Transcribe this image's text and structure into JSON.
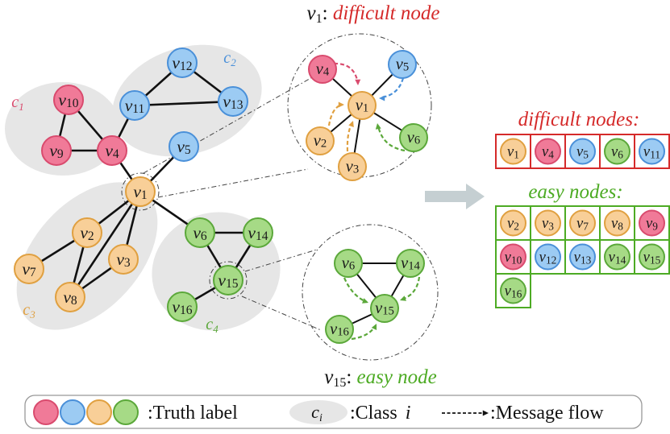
{
  "colors": {
    "pink_fill": "#f07a98",
    "pink_stroke": "#d94b6e",
    "blue_fill": "#9ccbf3",
    "blue_stroke": "#4a90d9",
    "orange_fill": "#f8cf98",
    "orange_stroke": "#e0a040",
    "green_fill": "#a6da86",
    "green_stroke": "#5ba83a",
    "class_blob": "#e6e6e6",
    "difficult_red": "#d52a2a",
    "easy_green": "#4dab24",
    "arrow_gray": "#c5cfd2"
  },
  "main_graph": {
    "nodes": [
      {
        "id": "v1",
        "label": "v1",
        "color": "orange"
      },
      {
        "id": "v2",
        "label": "v2",
        "color": "orange"
      },
      {
        "id": "v3",
        "label": "v3",
        "color": "orange"
      },
      {
        "id": "v4",
        "label": "v4",
        "color": "pink"
      },
      {
        "id": "v5",
        "label": "v5",
        "color": "blue"
      },
      {
        "id": "v6",
        "label": "v6",
        "color": "green"
      },
      {
        "id": "v7",
        "label": "v7",
        "color": "orange"
      },
      {
        "id": "v8",
        "label": "v8",
        "color": "orange"
      },
      {
        "id": "v9",
        "label": "v9",
        "color": "pink"
      },
      {
        "id": "v10",
        "label": "v10",
        "color": "pink"
      },
      {
        "id": "v11",
        "label": "v11",
        "color": "blue"
      },
      {
        "id": "v12",
        "label": "v12",
        "color": "blue"
      },
      {
        "id": "v13",
        "label": "v13",
        "color": "blue"
      },
      {
        "id": "v14",
        "label": "v14",
        "color": "green"
      },
      {
        "id": "v15",
        "label": "v15",
        "color": "green"
      },
      {
        "id": "v16",
        "label": "v16",
        "color": "green"
      }
    ],
    "edges": [
      [
        "v10",
        "v9"
      ],
      [
        "v10",
        "v4"
      ],
      [
        "v9",
        "v4"
      ],
      [
        "v4",
        "v11"
      ],
      [
        "v4",
        "v1"
      ],
      [
        "v11",
        "v12"
      ],
      [
        "v11",
        "v13"
      ],
      [
        "v12",
        "v13"
      ],
      [
        "v5",
        "v1"
      ],
      [
        "v1",
        "v2"
      ],
      [
        "v1",
        "v3"
      ],
      [
        "v1",
        "v8"
      ],
      [
        "v1",
        "v6"
      ],
      [
        "v2",
        "v7"
      ],
      [
        "v2",
        "v8"
      ],
      [
        "v3",
        "v8"
      ],
      [
        "v6",
        "v14"
      ],
      [
        "v6",
        "v15"
      ],
      [
        "v14",
        "v15"
      ],
      [
        "v15",
        "v16"
      ]
    ],
    "class_labels": [
      {
        "id": "c1",
        "base": "c",
        "sub": "1",
        "color": "pink"
      },
      {
        "id": "c2",
        "base": "c",
        "sub": "2",
        "color": "blue"
      },
      {
        "id": "c3",
        "base": "c",
        "sub": "3",
        "color": "orange"
      },
      {
        "id": "c4",
        "base": "c",
        "sub": "4",
        "color": "green"
      }
    ]
  },
  "difficult_zoom": {
    "title_node": "v1",
    "title_suffix": ": ",
    "title_text": "difficult node",
    "nodes": [
      {
        "id": "v1",
        "label": "v1",
        "color": "orange"
      },
      {
        "id": "v4",
        "label": "v4",
        "color": "pink"
      },
      {
        "id": "v5",
        "label": "v5",
        "color": "blue"
      },
      {
        "id": "v2",
        "label": "v2",
        "color": "orange"
      },
      {
        "id": "v6",
        "label": "v6",
        "color": "green"
      },
      {
        "id": "v3",
        "label": "v3",
        "color": "orange"
      }
    ],
    "flows": [
      {
        "from": "v4",
        "color": "pink"
      },
      {
        "from": "v5",
        "color": "blue"
      },
      {
        "from": "v2",
        "color": "orange"
      },
      {
        "from": "v3",
        "color": "orange"
      },
      {
        "from": "v6",
        "color": "green"
      }
    ]
  },
  "easy_zoom": {
    "title_node": "v15",
    "title_suffix": ": ",
    "title_text": "easy node",
    "nodes": [
      {
        "id": "v6",
        "label": "v6",
        "color": "green"
      },
      {
        "id": "v14",
        "label": "v14",
        "color": "green"
      },
      {
        "id": "v15",
        "label": "v15",
        "color": "green"
      },
      {
        "id": "v16",
        "label": "v16",
        "color": "green"
      }
    ],
    "flows": [
      {
        "from": "v6",
        "color": "green"
      },
      {
        "from": "v14",
        "color": "green"
      },
      {
        "from": "v16",
        "color": "green"
      }
    ]
  },
  "difficult_panel": {
    "title": "difficult nodes:",
    "cells": [
      {
        "label": "v1",
        "color": "orange"
      },
      {
        "label": "v4",
        "color": "pink"
      },
      {
        "label": "v5",
        "color": "blue"
      },
      {
        "label": "v6",
        "color": "green"
      },
      {
        "label": "v11",
        "color": "blue"
      }
    ]
  },
  "easy_panel": {
    "title": "easy nodes:",
    "cells": [
      {
        "label": "v2",
        "color": "orange"
      },
      {
        "label": "v3",
        "color": "orange"
      },
      {
        "label": "v7",
        "color": "orange"
      },
      {
        "label": "v8",
        "color": "orange"
      },
      {
        "label": "v9",
        "color": "pink"
      },
      {
        "label": "v10",
        "color": "pink"
      },
      {
        "label": "v12",
        "color": "blue"
      },
      {
        "label": "v13",
        "color": "blue"
      },
      {
        "label": "v14",
        "color": "green"
      },
      {
        "label": "v15",
        "color": "green"
      },
      {
        "label": "v16",
        "color": "green"
      }
    ]
  },
  "legend": {
    "truth_label": ":Truth label",
    "truth_colors": [
      "pink",
      "blue",
      "orange",
      "green"
    ],
    "class_symbol": "c",
    "class_symbol_sub": "i",
    "class_text": ":Class ",
    "class_var": "i",
    "message_flow": ":Message flow"
  }
}
